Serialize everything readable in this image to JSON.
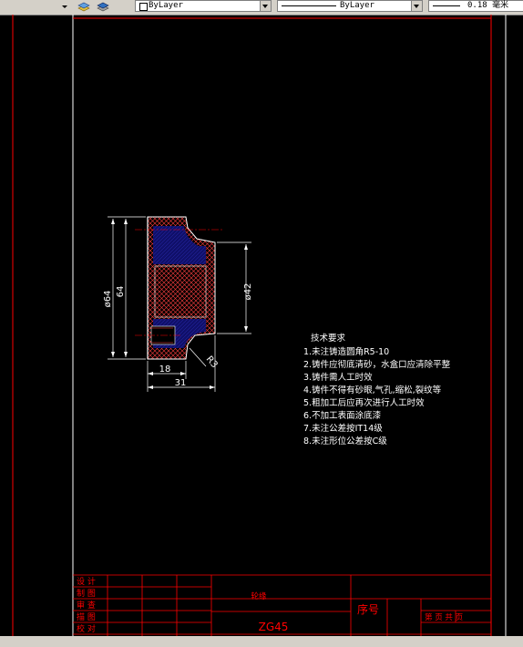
{
  "toolbar": {
    "color_value": "ByLayer",
    "linetype_value": "ByLayer",
    "lineweight_value": "0.18 毫米"
  },
  "drawing": {
    "dimensions": {
      "dia64": "ø64",
      "len64": "64",
      "dia42": "ø42",
      "len18": "18",
      "len31": "31",
      "radius": "R3"
    },
    "tech_req_title": "技术要求",
    "tech_req": [
      "1.未注铸造圆角R5-10",
      "2.铸件应彻底清砂，水盒口应清除平整",
      "3.铸件需人工时效",
      "4.铸件不得有砂眼,气孔,缩松,裂纹等",
      "5.粗加工后应再次进行人工时效",
      "6.不加工表面涂底漆",
      "7.未注公差按IT14级",
      "8.未注形位公差按C级"
    ],
    "title_block": {
      "rows": [
        "设 计",
        "制 图",
        "审 查",
        "描 图",
        "校 对"
      ],
      "part_name": "轮缘",
      "material": "ZG45",
      "seq_label": "序号",
      "sheet_info": "第 页 共 页"
    }
  },
  "colors": {
    "frame": "#ff0000",
    "outline": "#ffffff",
    "hatch_blue": "#00008b",
    "dims": "#ffffff",
    "center": "#ff0000",
    "text": "#ffffff"
  }
}
